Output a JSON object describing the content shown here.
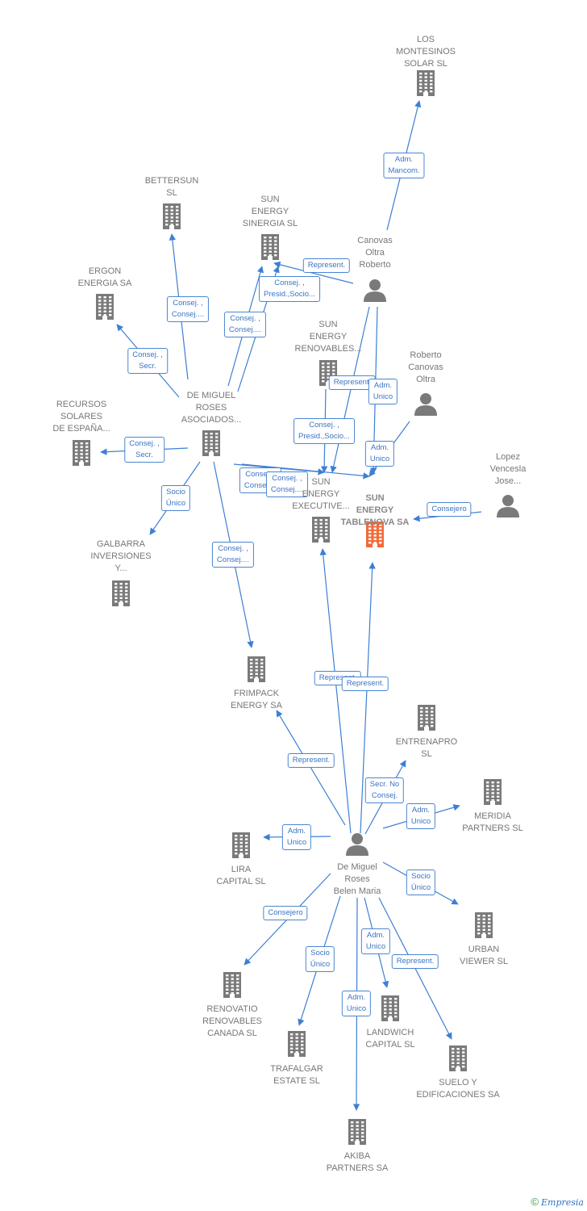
{
  "colors": {
    "edge": "#3d7fd4",
    "icon": "#7a7a7a",
    "focus": "#f26b3a",
    "label": "#777777"
  },
  "nodes": [
    {
      "id": "los_montesinos",
      "type": "company",
      "label": "LOS\nMONTESINOS\nSOLAR SL"
    },
    {
      "id": "bettersun",
      "type": "company",
      "label": "BETTERSUN\nSL"
    },
    {
      "id": "sun_sinergia",
      "type": "company",
      "label": "SUN\nENERGY\nSINERGIA  SL"
    },
    {
      "id": "canovas_oltra",
      "type": "person",
      "label": "Canovas\nOltra\nRoberto"
    },
    {
      "id": "ergon",
      "type": "company",
      "label": "ERGON\nENERGIA SA"
    },
    {
      "id": "sun_renovables",
      "type": "company",
      "label": "SUN\nENERGY\nRENOVABLES..."
    },
    {
      "id": "roberto_canovas",
      "type": "person",
      "label": "Roberto\nCanovas\nOltra"
    },
    {
      "id": "recursos",
      "type": "company",
      "label": "RECURSOS\nSOLARES\nDE ESPAÑA..."
    },
    {
      "id": "de_miguel_roses_asoc",
      "type": "company",
      "label": "DE MIGUEL\nROSES\nASOCIADOS..."
    },
    {
      "id": "lopez_vencesla",
      "type": "person",
      "label": "Lopez\nVencesla\nJose..."
    },
    {
      "id": "sun_executive",
      "type": "company",
      "label": "SUN\nENERGY\nEXECUTIVE..."
    },
    {
      "id": "sun_tablenova",
      "type": "focus",
      "label": "SUN\nENERGY\nTABLENOVA SA"
    },
    {
      "id": "galbarra",
      "type": "company",
      "label": "GALBARRA\nINVERSIONES\nY..."
    },
    {
      "id": "frimpack",
      "type": "company",
      "label": "FRIMPACK\nENERGY SA"
    },
    {
      "id": "entrenapro",
      "type": "company",
      "label": "ENTRENAPRO\nSL"
    },
    {
      "id": "meridia",
      "type": "company",
      "label": "MERIDIA\nPARTNERS  SL"
    },
    {
      "id": "lira",
      "type": "company",
      "label": "LIRA\nCAPITAL SL"
    },
    {
      "id": "de_miguel_belen",
      "type": "person",
      "label": "De Miguel\nRoses\nBelen Maria"
    },
    {
      "id": "urban_viewer",
      "type": "company",
      "label": "URBAN\nVIEWER SL"
    },
    {
      "id": "renovatio",
      "type": "company",
      "label": "RENOVATIO\nRENOVABLES\nCANADA  SL"
    },
    {
      "id": "landwich",
      "type": "company",
      "label": "LANDWICH\nCAPITAL  SL"
    },
    {
      "id": "trafalgar",
      "type": "company",
      "label": "TRAFALGAR\nESTATE  SL"
    },
    {
      "id": "suelo",
      "type": "company",
      "label": "SUELO Y\nEDIFICACIONES SA"
    },
    {
      "id": "akiba",
      "type": "company",
      "label": "AKIBA\nPARTNERS SA"
    }
  ],
  "edges": [
    {
      "from": "canovas_oltra",
      "to": "los_montesinos",
      "label": "Adm.\nMancom."
    },
    {
      "from": "canovas_oltra",
      "to": "sun_sinergia",
      "label": "Represent."
    },
    {
      "from": "de_miguel_roses_asoc",
      "to": "sun_sinergia",
      "label": "Consej. ,\nPresid.,Socio..."
    },
    {
      "from": "de_miguel_roses_asoc",
      "to": "sun_sinergia",
      "label": "Consej. ,\nConsej...."
    },
    {
      "from": "de_miguel_roses_asoc",
      "to": "bettersun",
      "label": "Consej. ,\nConsej...."
    },
    {
      "from": "de_miguel_roses_asoc",
      "to": "ergon",
      "label": "Consej. ,\nSecr."
    },
    {
      "from": "de_miguel_roses_asoc",
      "to": "recursos",
      "label": "Consej. ,\nSecr."
    },
    {
      "from": "de_miguel_roses_asoc",
      "to": "galbarra",
      "label": "Socio\nÚnico"
    },
    {
      "from": "de_miguel_roses_asoc",
      "to": "frimpack",
      "label": "Consej. ,\nConsej...."
    },
    {
      "from": "de_miguel_roses_asoc",
      "to": "sun_executive",
      "label": "Consej. ,\nConsej...."
    },
    {
      "from": "de_miguel_roses_asoc",
      "to": "sun_tablenova",
      "label": "Consej. ,\nConsej...."
    },
    {
      "from": "sun_renovables",
      "to": "sun_executive",
      "label": "Represent."
    },
    {
      "from": "canovas_oltra",
      "to": "sun_executive",
      "label": "Consej. ,\nPresid.,Socio..."
    },
    {
      "from": "canovas_oltra",
      "to": "sun_tablenova",
      "label": "Adm.\nUnico"
    },
    {
      "from": "roberto_canovas",
      "to": "sun_tablenova",
      "label": "Adm.\nUnico"
    },
    {
      "from": "lopez_vencesla",
      "to": "sun_tablenova",
      "label": "Consejero"
    },
    {
      "from": "de_miguel_belen",
      "to": "sun_executive",
      "label": "Represent."
    },
    {
      "from": "de_miguel_belen",
      "to": "sun_tablenova",
      "label": "Represent."
    },
    {
      "from": "de_miguel_belen",
      "to": "frimpack",
      "label": "Represent."
    },
    {
      "from": "de_miguel_belen",
      "to": "entrenapro",
      "label": "Secr.  No\nConsej."
    },
    {
      "from": "de_miguel_belen",
      "to": "meridia",
      "label": "Adm.\nUnico"
    },
    {
      "from": "de_miguel_belen",
      "to": "lira",
      "label": "Adm.\nUnico"
    },
    {
      "from": "de_miguel_belen",
      "to": "urban_viewer",
      "label": "Socio\nÚnico"
    },
    {
      "from": "de_miguel_belen",
      "to": "renovatio",
      "label": "Consejero"
    },
    {
      "from": "de_miguel_belen",
      "to": "trafalgar",
      "label": "Socio\nÚnico"
    },
    {
      "from": "de_miguel_belen",
      "to": "landwich",
      "label": "Adm.\nUnico"
    },
    {
      "from": "de_miguel_belen",
      "to": "suelo",
      "label": "Represent."
    },
    {
      "from": "de_miguel_belen",
      "to": "akiba",
      "label": "Adm.\nUnico"
    }
  ],
  "brand": {
    "copyright": "©",
    "name": "Empresia"
  }
}
